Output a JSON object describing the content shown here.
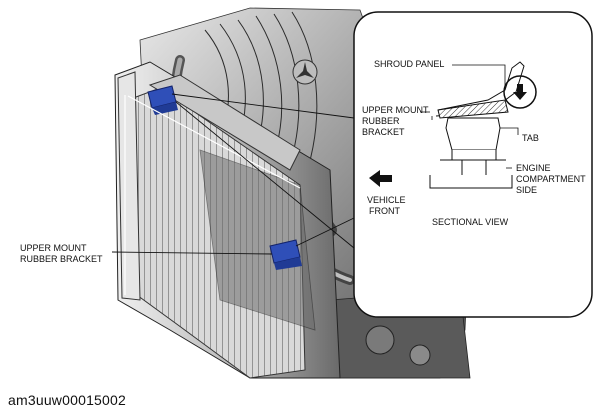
{
  "labels": {
    "shroud_panel": "SHROUD PANEL",
    "upper_mount_line1": "UPPER MOUNT",
    "upper_mount_line2": "RUBBER",
    "upper_mount_line3": "BRACKET",
    "tab": "TAB",
    "engine_line1": "ENGINE",
    "engine_line2": "COMPARTMENT",
    "engine_line3": "SIDE",
    "vehicle_line1": "VEHICLE",
    "vehicle_line2": "FRONT",
    "sectional_view": "SECTIONAL VIEW",
    "left_label_line1": "UPPER MOUNT",
    "left_label_line2": "RUBBER BRACKET"
  },
  "caption": "am3uuw00015002",
  "colors": {
    "bracket_highlight": "#2f4fb8",
    "line_art": "#222222",
    "shading_dark": "#3a3a3a",
    "shading_mid": "#8a8a8a",
    "shading_light": "#cfcfcf"
  }
}
